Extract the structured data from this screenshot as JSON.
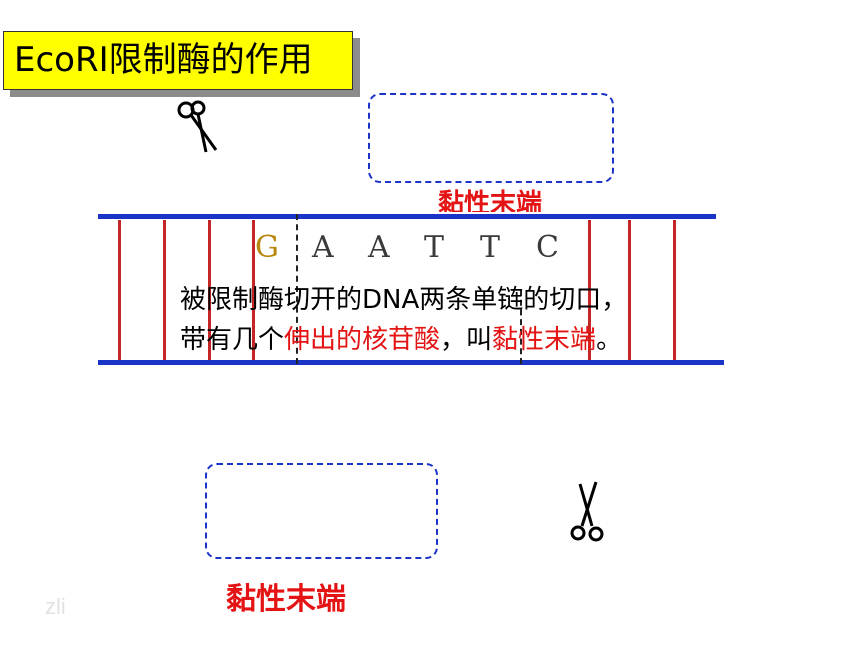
{
  "title": "EcoRI限制酶的作用",
  "labels": {
    "sticky_end_top": "黏性末端",
    "sticky_end_bottom": "黏性末端"
  },
  "dna": {
    "top_bases": [
      "G",
      "A",
      "A",
      "T",
      "T",
      "C"
    ]
  },
  "explanation": {
    "line1": "被限制酶切开的DNA两条单链的切口，",
    "line2_pre": "带有几个",
    "line2_red1": "伸出的核苷酸",
    "line2_mid": "，叫",
    "line2_red2": "黏性末端",
    "line2_post": "。"
  },
  "watermark": "zli",
  "colors": {
    "title_bg": "#ffff00",
    "dashed_box": "#1a34c8",
    "accent_red": "#e41414",
    "strand_blue": "#1a34c8",
    "rung_red": "#c42525"
  }
}
